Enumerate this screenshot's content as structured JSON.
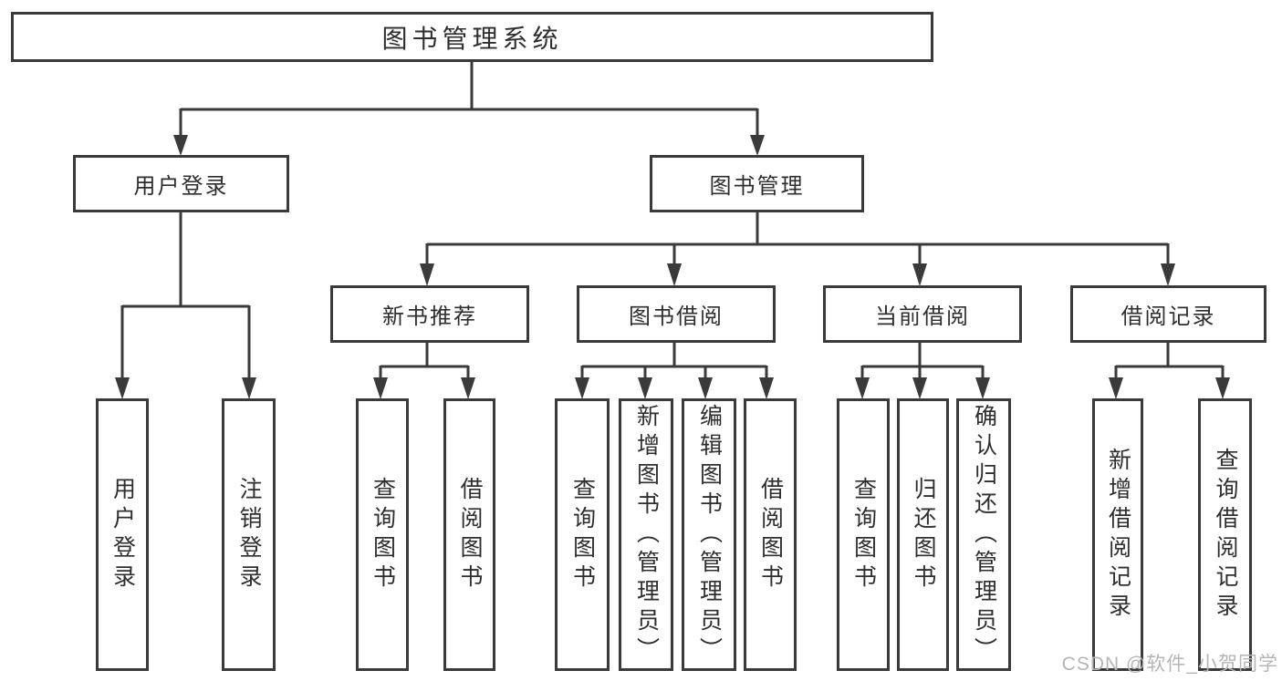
{
  "colors": {
    "line": "#3a3a3a",
    "box_border": "#3a3a3a",
    "box_background": "#ffffff",
    "text": "#2e2e2e",
    "watermark_text": "#b5b5b5"
  },
  "watermark": {
    "text": "CSDN @软件_小贺同学"
  },
  "tree": {
    "root": "图书管理系统",
    "branches": [
      {
        "label": "用户登录",
        "children": [
          "用户登录",
          "注销登录"
        ]
      },
      {
        "label": "图书管理",
        "sections": [
          {
            "label": "新书推荐",
            "children": [
              "查询图书",
              "借阅图书"
            ]
          },
          {
            "label": "图书借阅",
            "children": [
              "查询图书",
              "新增图书（管理员）",
              "编辑图书（管理员）",
              "借阅图书"
            ]
          },
          {
            "label": "当前借阅",
            "children": [
              "查询图书",
              "归还图书",
              "确认归还（管理员）"
            ]
          },
          {
            "label": "借阅记录",
            "children": [
              "新增借阅记录",
              "查询借阅记录"
            ]
          }
        ]
      }
    ]
  }
}
